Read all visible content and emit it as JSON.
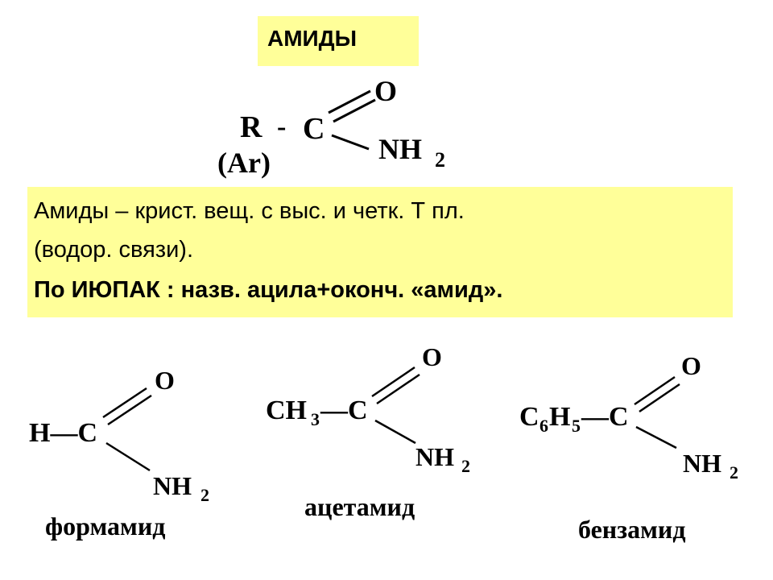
{
  "title": "АМИДЫ",
  "general_formula": {
    "R": "R",
    "dash": "-",
    "C": "C",
    "O": "O",
    "NH": "NH",
    "sub2": "2",
    "ar": "(Ar)"
  },
  "info": {
    "line1": "Амиды – крист. вещ. с выс. и четк. Т пл.",
    "line2": "(водор. связи).",
    "line3": "По ИЮПАК : назв. ацила+оконч. «амид»."
  },
  "formamide": {
    "H": "H—C",
    "O": "O",
    "NH": "NH",
    "sub": "2",
    "name": "формамид"
  },
  "acetamide": {
    "CH": "CH",
    "sub3": "3",
    "dashC": "—C",
    "O": "O",
    "NH": "NH",
    "sub": "2",
    "name": "ацетамид"
  },
  "benzamide": {
    "C": "C",
    "sub6": "6",
    "H": "H",
    "sub5": "5",
    "dashC": "—C",
    "O": "O",
    "NH": "NH",
    "sub": "2",
    "name": "бензамид"
  }
}
